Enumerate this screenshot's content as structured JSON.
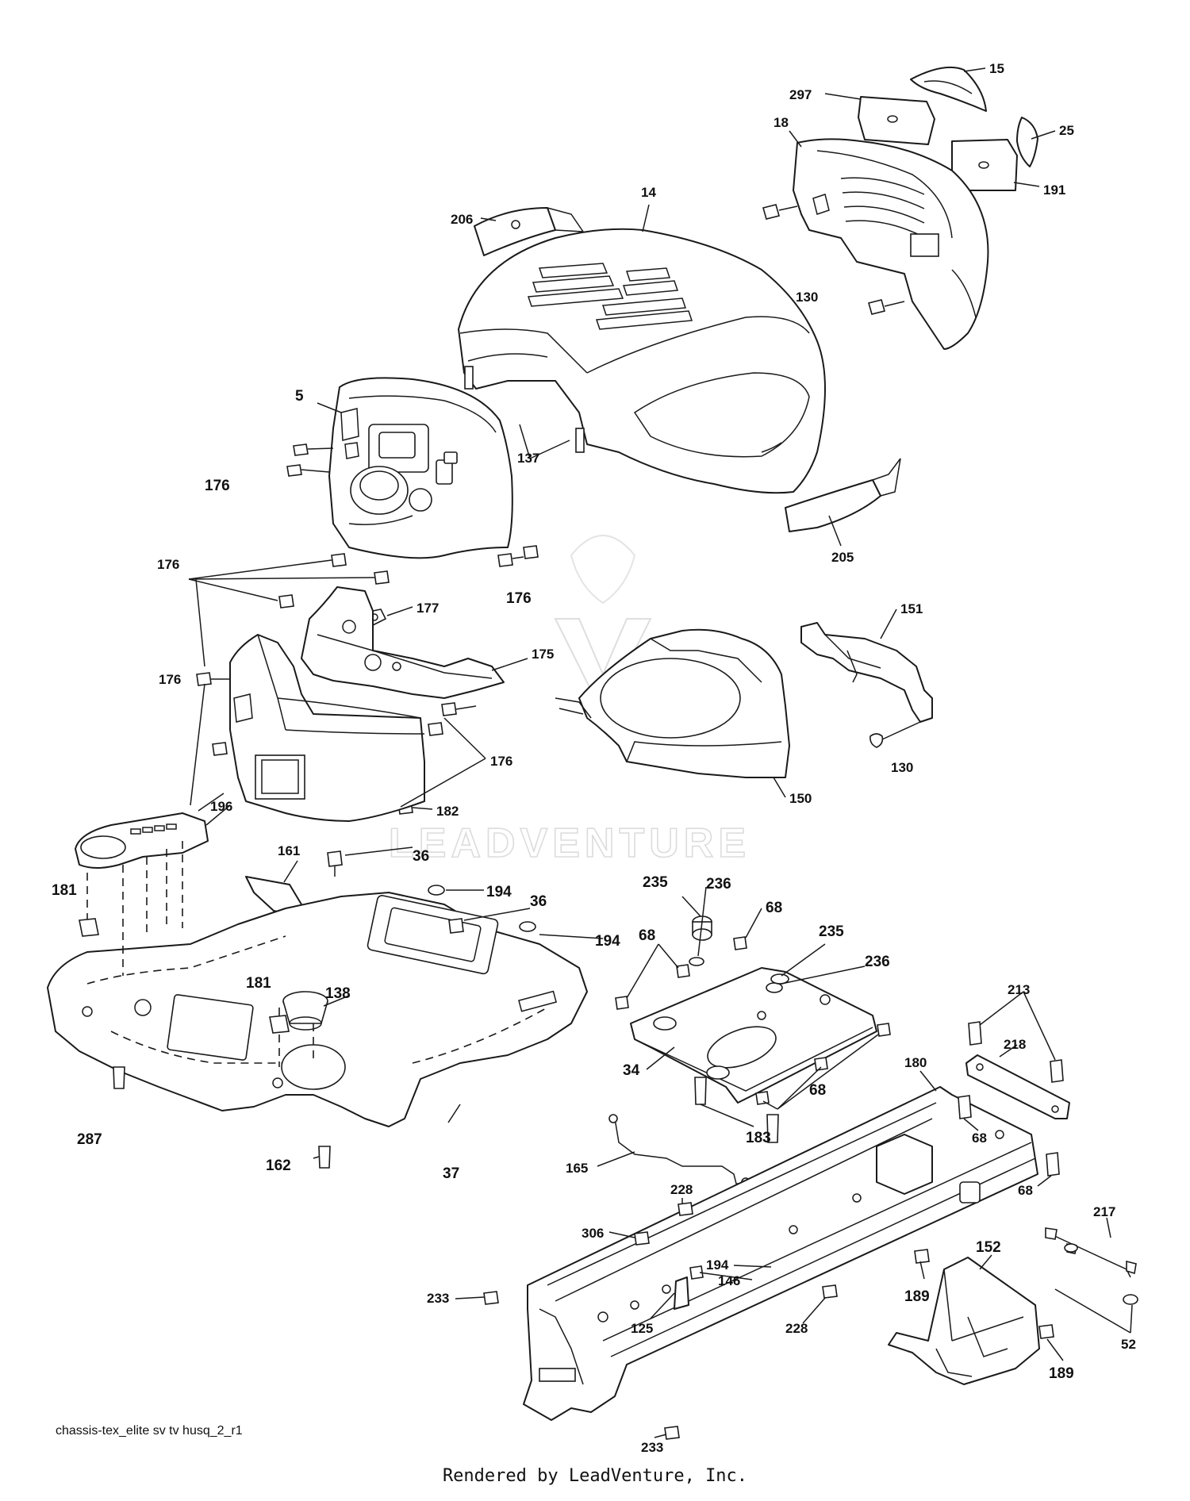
{
  "diagram": {
    "watermark": "LEADVENTURE",
    "drawing_id": "chassis-tex_elite sv tv husq_2_r1",
    "footer": "Rendered by LeadVenture, Inc.",
    "callouts": {
      "c15": "15",
      "c297": "297",
      "c18": "18",
      "c25": "25",
      "c191": "191",
      "c14": "14",
      "c206": "206",
      "c130a": "130",
      "c5": "5",
      "c137": "137",
      "c176a": "176",
      "c205": "205",
      "c176b": "176",
      "c176c": "176",
      "c177": "177",
      "c151": "151",
      "c175": "175",
      "c176d": "176",
      "c176e": "176",
      "c130b": "130",
      "c150": "150",
      "c182": "182",
      "c196": "196",
      "c161": "161",
      "c36a": "36",
      "c181a": "181",
      "c194a": "194",
      "c36b": "36",
      "c235a": "235",
      "c236a": "236",
      "c68a": "68",
      "c68b": "68",
      "c194b": "194",
      "c235b": "235",
      "c181b": "181",
      "c138": "138",
      "c236b": "236",
      "c213": "213",
      "c218": "218",
      "c34": "34",
      "c180": "180",
      "c68c": "68",
      "c287": "287",
      "c183": "183",
      "c68d": "68",
      "c162": "162",
      "c37": "37",
      "c165": "165",
      "c68e": "68",
      "c228a": "228",
      "c217": "217",
      "c306": "306",
      "c152": "152",
      "c194c": "194",
      "c146": "146",
      "c233a": "233",
      "c125": "125",
      "c228b": "228",
      "c189a": "189",
      "c52": "52",
      "c189b": "189",
      "c233b": "233"
    }
  }
}
